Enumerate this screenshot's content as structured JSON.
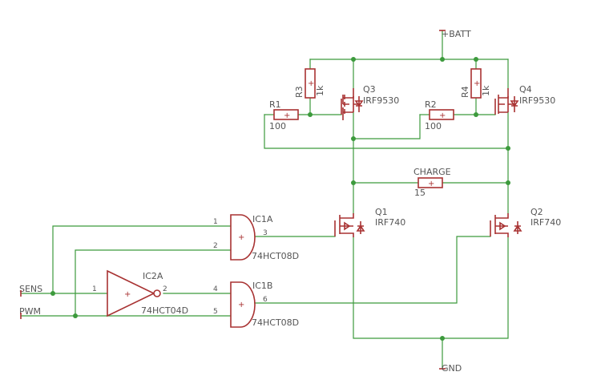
{
  "nets": {
    "batt": "+BATT",
    "gnd": "GND",
    "sens": "SENS",
    "pwm": "PWM"
  },
  "parts": {
    "r1": {
      "name": "R1",
      "value": "100"
    },
    "r2": {
      "name": "R2",
      "value": "100"
    },
    "r3": {
      "name": "R3",
      "value": "1k"
    },
    "r4": {
      "name": "R4",
      "value": "1k"
    },
    "charge": {
      "name": "CHARGE",
      "value": "15"
    },
    "q1": {
      "name": "Q1",
      "value": "IRF740"
    },
    "q2": {
      "name": "Q2",
      "value": "IRF740"
    },
    "q3": {
      "name": "Q3",
      "value": "IRF9530"
    },
    "q4": {
      "name": "Q4",
      "value": "IRF9530"
    },
    "ic1a": {
      "name": "IC1A",
      "value": "74HCT08D",
      "pins": [
        "1",
        "2",
        "3"
      ]
    },
    "ic1b": {
      "name": "IC1B",
      "value": "74HCT08D",
      "pins": [
        "4",
        "5",
        "6"
      ]
    },
    "ic2a": {
      "name": "IC2A",
      "value": "74HCT04D",
      "pins": [
        "1",
        "2"
      ]
    }
  },
  "colors": {
    "wire": "#3c9a3c",
    "part": "#a83232",
    "text": "#555555",
    "background": "#ffffff"
  }
}
